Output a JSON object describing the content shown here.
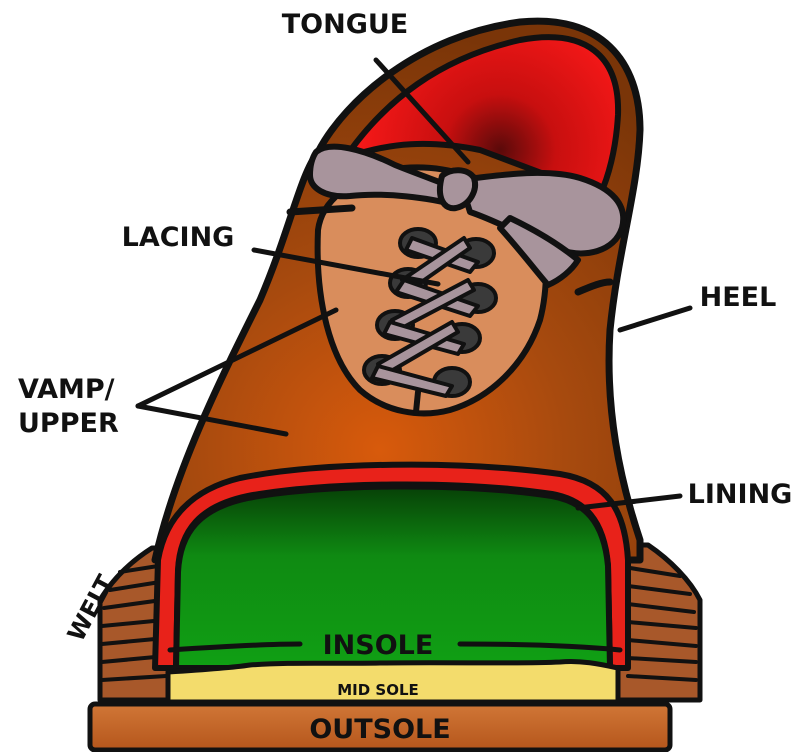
{
  "labels": {
    "tongue": "TONGUE",
    "lacing": "LACING",
    "heel": "HEEL",
    "vamp_line1": "VAMP/",
    "vamp_line2": "UPPER",
    "lining": "LINING",
    "welt": "WELT",
    "insole": "INSOLE",
    "midsole": "MID SOLE",
    "outsole": "OUTSOLE"
  },
  "colors": {
    "upper_brown": "#8b3d0a",
    "upper_glow": "#d85a0c",
    "vamp_panel": "#d98d5c",
    "tongue_red": "#e61010",
    "lace_gray": "#a8949c",
    "lining_red": "#e8221a",
    "insole_green": "#0f8a12",
    "midsole_yellow": "#f3dc6c",
    "outsole_brown": "#c96a2a",
    "welt_brown": "#a8582a",
    "outline": "#111111"
  }
}
